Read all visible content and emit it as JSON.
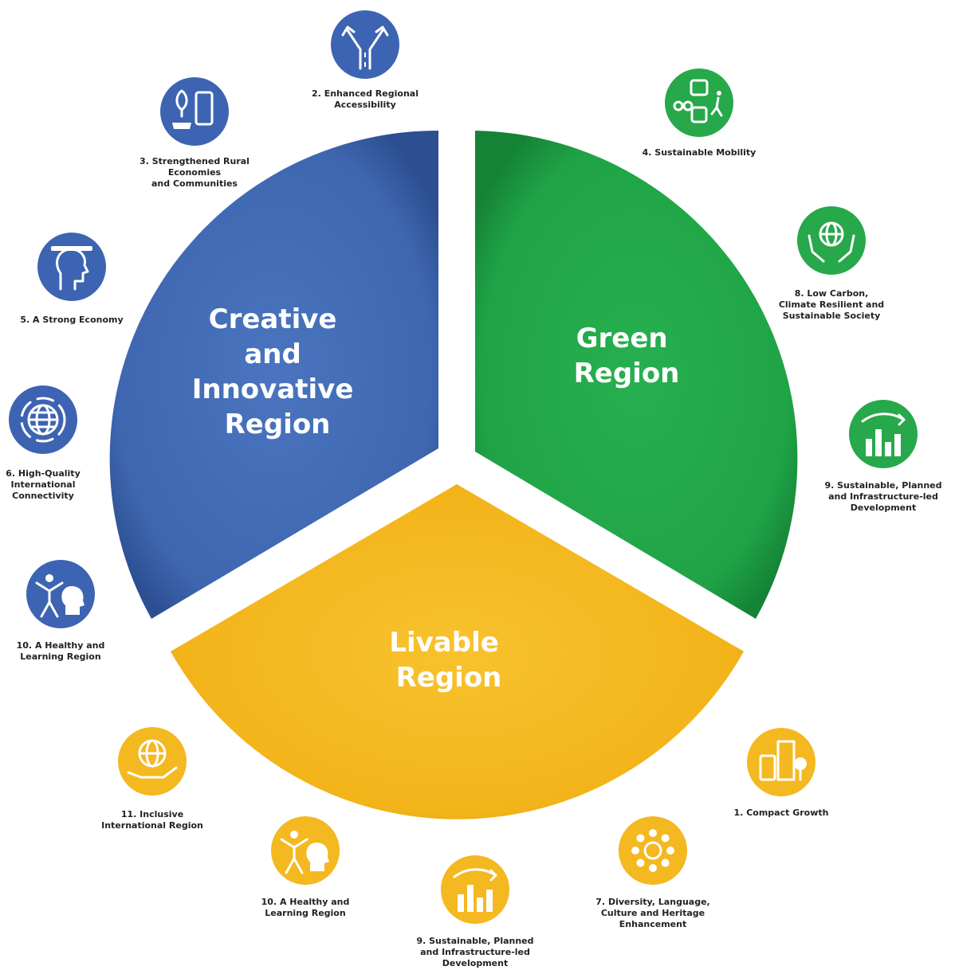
{
  "colors": {
    "creative": "#3f67b0",
    "green": "#1fa346",
    "livable": "#f3b41a",
    "creative_icon": "#3d64b2",
    "green_icon": "#27a84a",
    "livable_icon": "#f4b820"
  },
  "segments": {
    "creative": [
      "Creative",
      "and",
      "Innovative",
      "Region"
    ],
    "green": [
      "Green",
      "Region"
    ],
    "livable": [
      "Livable",
      "Region"
    ]
  },
  "icons": [
    {
      "id": "enhanced-regional-accessibility",
      "icon": "diverging-road-icon",
      "region": "creative",
      "label": "2. Enhanced Regional\nAccessibility"
    },
    {
      "id": "strengthened-rural-economies",
      "icon": "rural-phone-icon",
      "region": "creative",
      "label": "3. Strengthened Rural\nEconomies\nand Communities"
    },
    {
      "id": "strong-economy",
      "icon": "head-profile-icon",
      "region": "creative",
      "label": "5. A Strong Economy"
    },
    {
      "id": "high-quality-connectivity",
      "icon": "globe-network-icon",
      "region": "creative",
      "label": "6. High-Quality\nInternational\nConnectivity"
    },
    {
      "id": "healthy-learning-blue",
      "icon": "person-brain-icon",
      "region": "creative",
      "label": "10. A Healthy and\nLearning Region"
    },
    {
      "id": "sustainable-mobility",
      "icon": "transport-icon",
      "region": "green",
      "label": "4. Sustainable Mobility"
    },
    {
      "id": "low-carbon",
      "icon": "hands-globe-icon",
      "region": "green",
      "label": "8. Low Carbon,\nClimate Resilient and\nSustainable Society"
    },
    {
      "id": "sustainable-planned-green",
      "icon": "city-growth-icon",
      "region": "green",
      "label": "9. Sustainable, Planned\nand Infrastructure-led\nDevelopment"
    },
    {
      "id": "compact-growth",
      "icon": "compact-city-icon",
      "region": "livable",
      "label": "1. Compact Growth"
    },
    {
      "id": "diversity-language",
      "icon": "people-circle-icon",
      "region": "livable",
      "label": "7. Diversity, Language,\nCulture and Heritage\nEnhancement"
    },
    {
      "id": "sustainable-planned-yellow",
      "icon": "city-growth-icon",
      "region": "livable",
      "label": "9. Sustainable, Planned\nand Infrastructure-led\nDevelopment"
    },
    {
      "id": "healthy-learning-yellow",
      "icon": "person-brain-icon",
      "region": "livable",
      "label": "10. A Healthy and\nLearning Region"
    },
    {
      "id": "inclusive-international",
      "icon": "hand-globe-icon",
      "region": "livable",
      "label": "11. Inclusive\nInternational Region"
    }
  ]
}
